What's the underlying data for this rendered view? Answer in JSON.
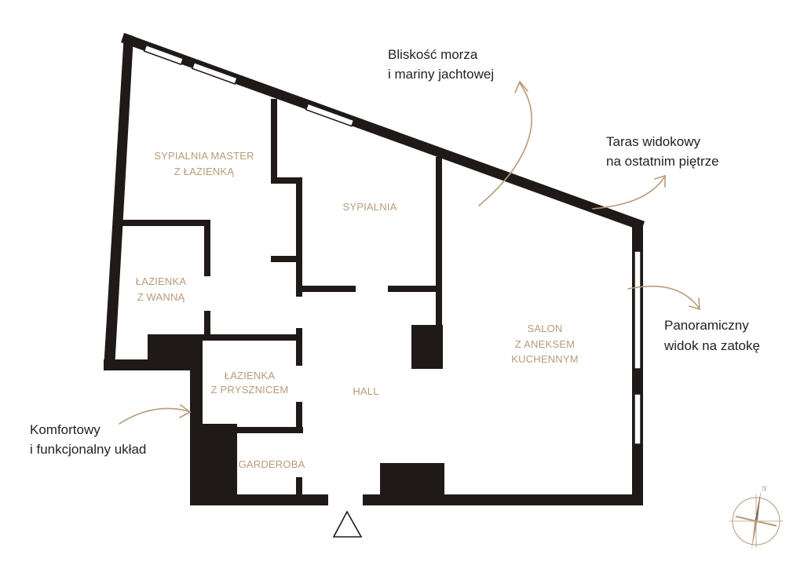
{
  "rooms": {
    "master_line1": "SYPIALNIA MASTER",
    "master_line2": "Z ŁAZIENKĄ",
    "bedroom": "SYPIALNIA",
    "bath_tub_line1": "ŁAZIENKA",
    "bath_tub_line2": "Z WANNĄ",
    "bath_shower_line1": "ŁAZIENKA",
    "bath_shower_line2": "Z PRYSZNICEM",
    "hall": "HALL",
    "wardrobe": "GARDEROBA",
    "salon_line1": "SALON",
    "salon_line2": "Z ANEKSEM",
    "salon_line3": "KUCHENNYM"
  },
  "annotations": {
    "sea_line1": "Bliskość morza",
    "sea_line2": "i mariny jachtowej",
    "terrace_line1": "Taras widokowy",
    "terrace_line2": "na ostatnim piętrze",
    "panorama_line1": "Panoramiczny",
    "panorama_line2": "widok na zatokę",
    "layout_line1": "Komfortowy",
    "layout_line2": "i funkcjonalny układ"
  },
  "compass": {
    "north_label": "N"
  },
  "colors": {
    "wall": "#1f1a18",
    "label": "#b89b78",
    "arrow": "#b89b78",
    "text": "#222222"
  }
}
